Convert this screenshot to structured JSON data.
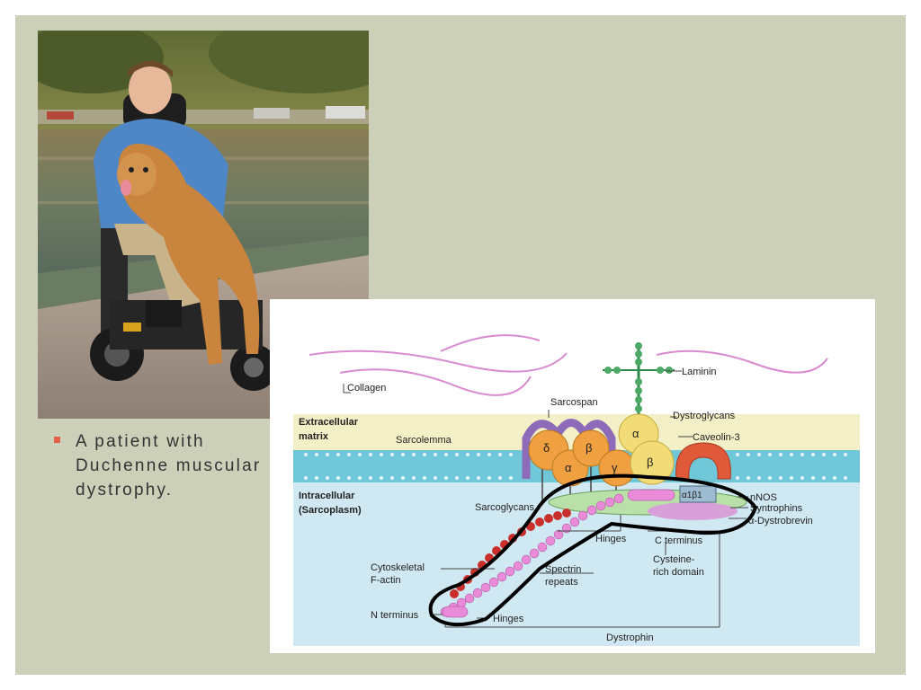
{
  "slide": {
    "caption": "A patient with Duchenne muscular dystrophy."
  },
  "diagram": {
    "labels": {
      "laminin": "Laminin",
      "collagen": "Collagen",
      "sarcospan": "Sarcospan",
      "dystroglycans": "Dystroglycans",
      "extracellular_line1": "Extracellular",
      "extracellular_line2": "matrix",
      "sarcolemma": "Sarcolemma",
      "caveolin": "Caveolin-3",
      "intracellular_line1": "Intracellular",
      "intracellular_line2": "(Sarcoplasm)",
      "sarcoglycans": "Sarcoglycans",
      "nnos": "nNOS",
      "syntrophins": "Syntrophins",
      "dystrobrevin": "α-Dystrobrevin",
      "hinges_upper": "Hinges",
      "c_terminus": "C terminus",
      "cytoskeletal_line1": "Cytoskeletal",
      "cytoskeletal_line2": "F-actin",
      "spectrin_line1": "Spectrin",
      "spectrin_line2": "repeats",
      "cysteine_line1": "Cysteine-",
      "cysteine_line2": "rich domain",
      "n_terminus": "N terminus",
      "hinges_lower": "Hinges",
      "dystrophin": "Dystrophin"
    },
    "protein_symbols": {
      "sarcoglycan_delta": "δ",
      "sarcoglycan_alpha": "α",
      "sarcoglycan_beta": "β",
      "sarcoglycan_gamma": "γ",
      "dystroglycan_alpha": "α",
      "dystroglycan_beta": "β",
      "dystrobrevin_box": "α1β1"
    },
    "colors": {
      "extracellular": "#f3efc6",
      "membrane": "#6fc7d8",
      "intracellular": "#cfe8f2",
      "sarcoglycan": "#f0a040",
      "dystroglycan": "#f2dc78",
      "caveolin": "#e05a3a",
      "collagen": "#d98ad0",
      "laminin": "#4ea866",
      "dystrophin_bead": "#e98bd8",
      "actin": "#c9302c",
      "annotation_outline": "#000000"
    }
  }
}
